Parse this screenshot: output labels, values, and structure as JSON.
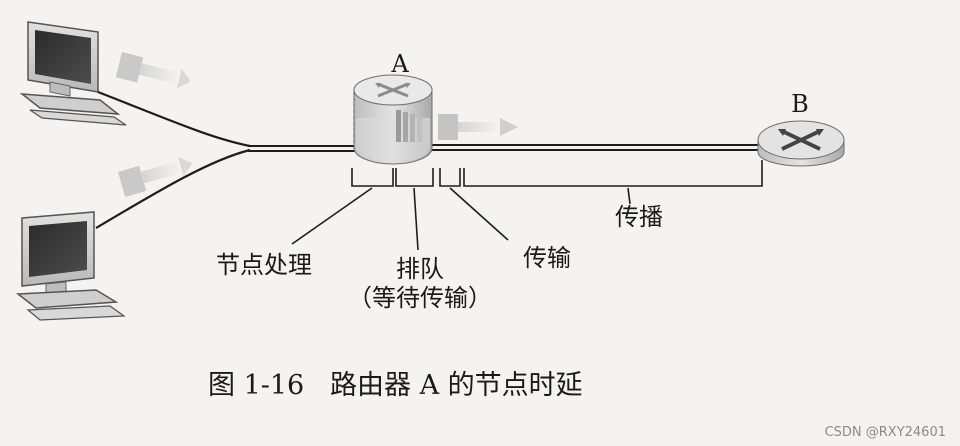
{
  "labels": {
    "router_a": "A",
    "router_b": "B",
    "nodal_processing": "节点处理",
    "queueing": "排队",
    "queueing_sub": "（等待传输）",
    "transmission": "传输",
    "propagation": "传播"
  },
  "caption": "图 1-16   路由器 A 的节点时延",
  "watermark": "CSDN @RXY24601",
  "icons": {
    "host_top": "desktop-computer-icon",
    "host_bottom": "desktop-computer-icon",
    "router_a": "router-icon",
    "router_b": "router-icon"
  }
}
